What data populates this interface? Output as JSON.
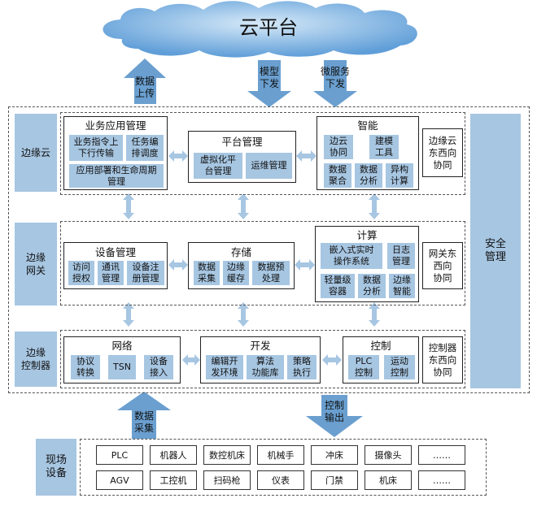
{
  "cloud": {
    "title": "云平台"
  },
  "arrows": {
    "data_upload": "数据\n上传",
    "model_deploy": "模型\n下发",
    "microservice_deploy": "微服务\n下发",
    "data_collect": "数据\n采集",
    "control_output": "控制\n输出"
  },
  "security": "安全\n管理",
  "edge_cloud": {
    "label": "边缘云",
    "business": {
      "title": "业务应用管理",
      "items": [
        "业务指令上\n下行传输",
        "任务编\n排调度",
        "应用部署和生命周期\n管理"
      ]
    },
    "platform": {
      "title": "平台管理",
      "items": [
        "虚拟化平\n台管理",
        "运维管理"
      ]
    },
    "intelligence": {
      "title": "智能",
      "items": [
        "边云\n协同",
        "建模\n工具",
        "数据\n聚合",
        "数据\n分析",
        "异构\n计算"
      ]
    },
    "ew": "边缘云\n东西向\n协同"
  },
  "edge_gateway": {
    "label": "边缘\n网关",
    "device": {
      "title": "设备管理",
      "items": [
        "访问\n授权",
        "通讯\n管理",
        "设备注\n册管理"
      ]
    },
    "storage": {
      "title": "存储",
      "items": [
        "数据\n采集",
        "边缘\n缓存",
        "数据预\n处理"
      ]
    },
    "compute": {
      "title": "计算",
      "items": [
        "嵌入式实时\n操作系统",
        "日志\n管理",
        "轻量级\n容器",
        "数据\n分析",
        "边缘\n智能"
      ]
    },
    "ew": "网关东\n西向\n协同"
  },
  "edge_controller": {
    "label": "边缘\n控制器",
    "network": {
      "title": "网络",
      "items": [
        "协议\n转换",
        "TSN",
        "设备\n接入"
      ]
    },
    "dev": {
      "title": "开发",
      "items": [
        "编辑开\n发环境",
        "算法\n功能库",
        "策略\n执行"
      ]
    },
    "control": {
      "title": "控制",
      "items": [
        "PLC\n控制",
        "运动\n控制"
      ]
    },
    "ew": "控制器\n东西向\n协同"
  },
  "field": {
    "label": "现场\n设备",
    "row1": [
      "PLC",
      "机器人",
      "数控机床",
      "机械手",
      "冲床",
      "摄像头",
      "……"
    ],
    "row2": [
      "AGV",
      "工控机",
      "扫码枪",
      "仪表",
      "门禁",
      "机床",
      "……"
    ]
  },
  "colors": {
    "cell": "#a7c6e2",
    "arrow": "#6a9fd0",
    "cloud": "#7ab0e0"
  }
}
